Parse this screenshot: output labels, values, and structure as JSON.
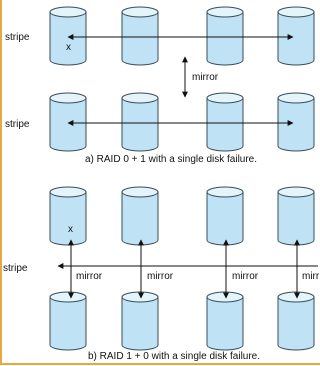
{
  "colors": {
    "frame": "#e8a646",
    "disk_fill": "#bfe3f5",
    "disk_top": "#e4f4fb",
    "disk_stroke": "#3a4b57",
    "arrow": "#111111"
  },
  "top_diagram": {
    "stripe_label_upper": "stripe",
    "stripe_label_lower": "stripe",
    "mirror_label": "mirror",
    "failed_disk_mark": "x",
    "caption": "a) RAID 0 + 1 with a single disk failure."
  },
  "bottom_diagram": {
    "stripe_label": "stripe",
    "mirror_labels": [
      "mirror",
      "mirror",
      "mirror",
      "mirr"
    ],
    "failed_disk_mark": "x",
    "caption": "b) RAID 1 + 0 with a single disk failure."
  }
}
